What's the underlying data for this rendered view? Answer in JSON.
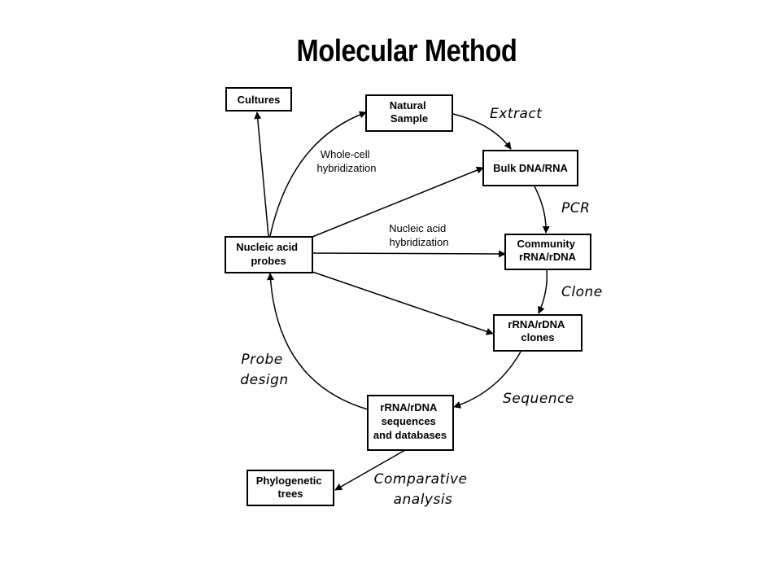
{
  "title": "Molecular Method",
  "boxes": {
    "cultures": [
      "Cultures"
    ],
    "natural_sample": [
      "Natural",
      "Sample"
    ],
    "bulk": [
      "Bulk DNA/RNA"
    ],
    "community": [
      "Community",
      "rRNA/rDNA"
    ],
    "clones": [
      "rRNA/rDNA",
      "clones"
    ],
    "sequences": [
      "rRNA/rDNA",
      "sequences",
      "and databases"
    ],
    "probes": [
      "Nucleic acid",
      "probes"
    ],
    "trees": [
      "Phylogenetic",
      "trees"
    ]
  },
  "steps": {
    "extract": [
      "Extract"
    ],
    "pcr": [
      "PCR"
    ],
    "clone": [
      "Clone"
    ],
    "sequence": [
      "Sequence"
    ],
    "comparative": [
      "Comparative",
      "analysis"
    ],
    "probe_design": [
      "Probe",
      "design"
    ]
  },
  "edge_labels": {
    "whole_cell": [
      "Whole-cell",
      "hybridization"
    ],
    "nucleic": [
      "Nucleic acid",
      "hybridization"
    ]
  }
}
